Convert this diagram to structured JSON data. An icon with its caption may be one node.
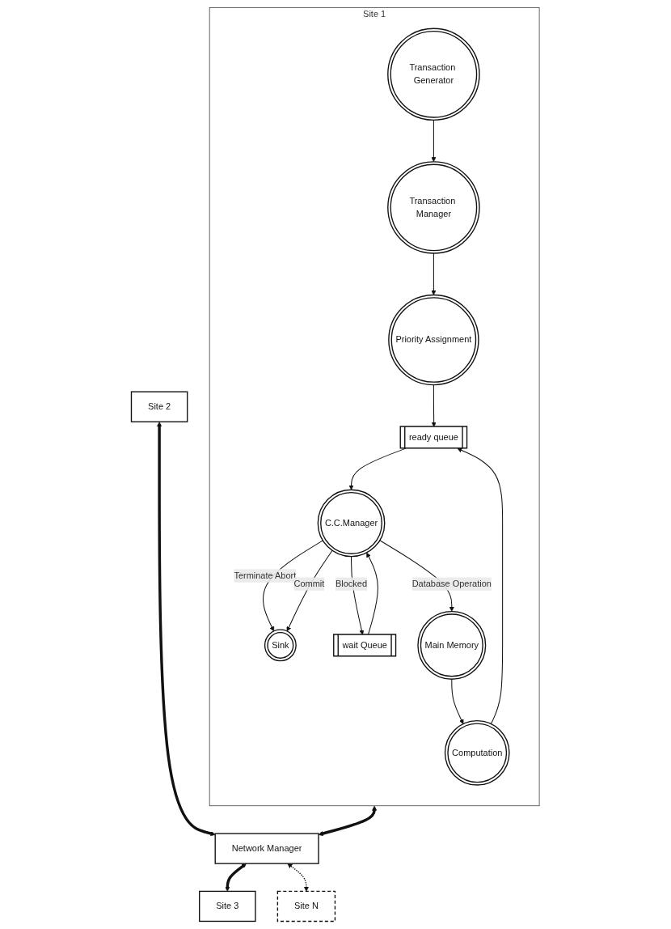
{
  "diagram": {
    "nodes": [
      {
        "text": [
          "Site 1"
        ]
      },
      {
        "text": [
          "Transaction Manager"
        ],
        "in": 0
      },
      {
        "text": [
          "Transaction Generator"
        ],
        "in": 0
      },
      {
        "text": [
          "Sink"
        ],
        "in": 0
      },
      {
        "text": [
          "Priority Assignment"
        ],
        "in": 0
      },
      {
        "text": [
          "ready queue"
        ],
        "in": 0
      },
      {
        "text": [
          "C.C.Manager"
        ],
        "in": 0
      },
      {
        "text": [
          "wait Queue"
        ],
        "in": 0
      },
      {
        "text": [
          "Computation"
        ],
        "in": 0
      },
      {
        "text": [
          "Main Memory"
        ],
        "in": 0
      },
      {
        "text": [
          "Network Manager"
        ]
      },
      {
        "text": [
          "Site 2"
        ]
      },
      {
        "text": [
          "Site 3"
        ]
      },
      {
        "text": [
          "Site N"
        ]
      }
    ],
    "edges": [
      {
        "from": 2,
        "to": 1,
        "arrow": "to"
      },
      {
        "from": 1,
        "to": 4,
        "arrow": "to"
      },
      {
        "from": 4,
        "to": 5,
        "arrow": "to"
      },
      {
        "from": 5,
        "to": 6,
        "arrow": "to"
      },
      {
        "from": 6,
        "to": 3,
        "arrow": "to",
        "label": "Terminate Abort"
      },
      {
        "from": 6,
        "to": 3,
        "arrow": "to",
        "label": "Commit"
      },
      {
        "from": 6,
        "to": 7,
        "arrow": "to",
        "label": "Blocked"
      },
      {
        "from": 7,
        "to": 6,
        "arrow": "to"
      },
      {
        "from": 6,
        "to": 9,
        "arrow": "to",
        "label": "Database Operation"
      },
      {
        "from": 9,
        "to": 8,
        "arrow": "to"
      },
      {
        "from": 8,
        "to": 5,
        "arrow": "to"
      },
      {
        "from": 0,
        "to": 10,
        "arrow": "both",
        "style": "thick"
      },
      {
        "from": 11,
        "to": 10,
        "arrow": "both",
        "style": "thick"
      },
      {
        "from": 10,
        "to": 12,
        "arrow": "both",
        "style": "thick"
      },
      {
        "from": 10,
        "to": 13,
        "arrow": "both",
        "style": "dashed"
      }
    ]
  }
}
